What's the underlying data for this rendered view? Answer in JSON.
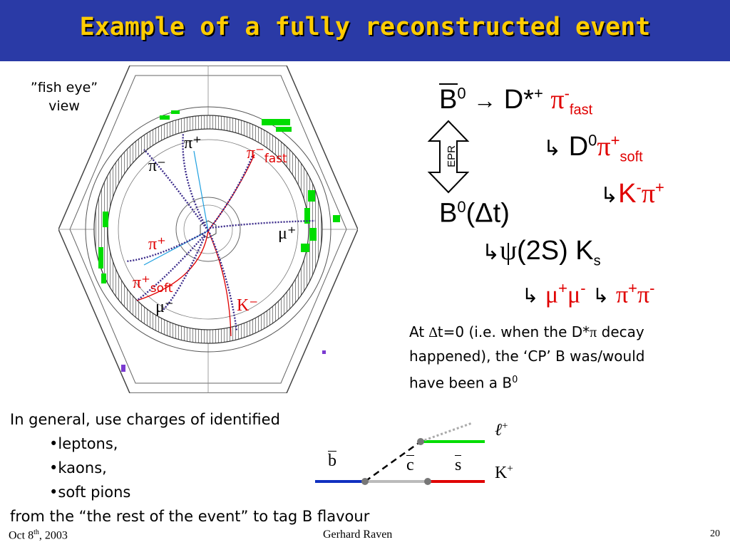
{
  "slide": {
    "title": "Example of a fully reconstructed event",
    "fisheye_line1": "”fish eye”",
    "fisheye_line2": "view"
  },
  "track_labels": {
    "pi_plus_top": "π⁺",
    "pi_minus_left": "π⁻",
    "pi_fast": "π⁻",
    "fast_sub": "fast",
    "mu_plus": "μ⁺",
    "pi_plus_mid": "π⁺",
    "pi_soft": "π⁺",
    "soft_sub": "soft",
    "mu_minus": "μ⁻",
    "k_minus": "K⁻"
  },
  "decay": {
    "line1_b": "B",
    "line1_b_sup": "0",
    "arrow": "→",
    "line1_dstar": "D*",
    "line1_dstar_sup": "+",
    "line1_pi": "π",
    "line1_pi_sup": "-",
    "line1_pi_sub": "fast",
    "hook": "↳",
    "line2_d": "D",
    "line2_d_sup": "0",
    "line2_pi": "π",
    "line2_pi_sup": "+",
    "line2_pi_sub": "soft",
    "line3_k": "K",
    "line3_k_sup": "-",
    "line3_pi": "π",
    "line3_pi_sup": "+",
    "epr": "EPR",
    "line4_b": "B",
    "line4_b_sup": "0",
    "line4_dt": "(Δt)",
    "line5_psi": "ψ",
    "line5_rest": "(2S) K",
    "line5_sub": "s",
    "line6_mu": "μ",
    "line6_mu_sup_plus": "+",
    "line6_mu_sup_minus": "-",
    "line6_pi": "π",
    "line6_pi_sup_plus": "+",
    "line6_pi_sup_minus": "-"
  },
  "note": {
    "line1a": "At ",
    "line1_delta": "∆",
    "line1b": "t=0 (i.e. when the D*",
    "line1_pi": "π",
    "line1c": " decay",
    "line2": "happened), the ‘CP’ B was/would",
    "line3": "have been a B",
    "line3_sup": "0"
  },
  "tagging": {
    "intro": "In general, use charges of identified",
    "bullets": [
      "•leptons,",
      "•kaons,",
      "•soft pions"
    ],
    "outro": "from the “the rest of the event” to tag B flavour"
  },
  "feynman": {
    "b_label": "b",
    "c_label": "c",
    "s_label": "s",
    "lepton_label": "ℓ",
    "lepton_sup": "+",
    "kaon_label": "K",
    "kaon_sup": "+"
  },
  "footer": {
    "date": "Oct 8",
    "date_sup": "th",
    "year": ", 2003",
    "author": "Gerhard Raven",
    "page": "20"
  },
  "colors": {
    "header_bg": "#2a3aa6",
    "title": "#ffcc00",
    "red": "#e00000",
    "blue": "#1030c0",
    "green": "#00dd00",
    "track_purple": "#3a2a8a"
  }
}
